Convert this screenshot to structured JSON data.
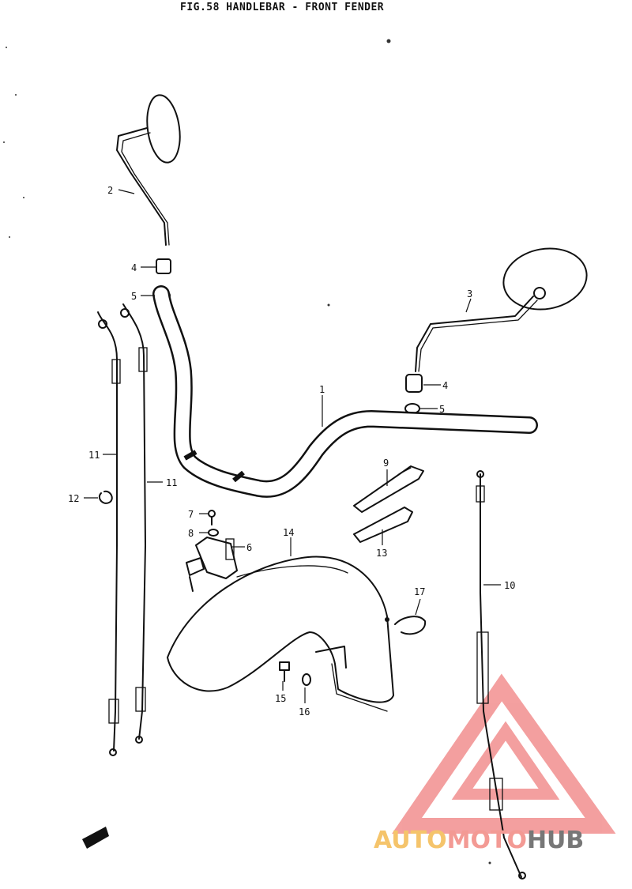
{
  "diagram": {
    "title": "FIG.58  HANDLEBAR - FRONT FENDER",
    "callouts": [
      {
        "id": "c2a",
        "label": "2"
      },
      {
        "id": "c4a",
        "label": "4"
      },
      {
        "id": "c5a",
        "label": "5"
      },
      {
        "id": "c3",
        "label": "3"
      },
      {
        "id": "c4b",
        "label": "4"
      },
      {
        "id": "c5b",
        "label": "5"
      },
      {
        "id": "c1",
        "label": "1"
      },
      {
        "id": "c11a",
        "label": "11"
      },
      {
        "id": "c11b",
        "label": "11"
      },
      {
        "id": "c12",
        "label": "12"
      },
      {
        "id": "c7",
        "label": "7"
      },
      {
        "id": "c8",
        "label": "8"
      },
      {
        "id": "c6",
        "label": "6"
      },
      {
        "id": "c14",
        "label": "14"
      },
      {
        "id": "c9",
        "label": "9"
      },
      {
        "id": "c13",
        "label": "13"
      },
      {
        "id": "c17",
        "label": "17"
      },
      {
        "id": "c10",
        "label": "10"
      },
      {
        "id": "c15",
        "label": "15"
      },
      {
        "id": "c16",
        "label": "16"
      }
    ]
  },
  "watermark": {
    "part1": "AUTO",
    "part2": "MOTO",
    "part3": "HUB",
    "colors": {
      "auto": "#f5c46b",
      "moto": "#f39a94",
      "hub": "#777777",
      "triangle": "#f08080"
    }
  }
}
